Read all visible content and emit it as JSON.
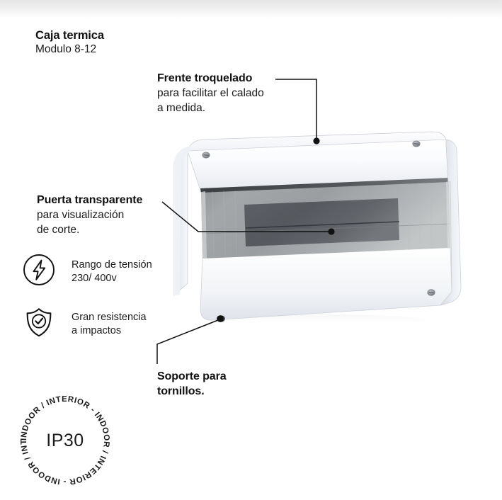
{
  "product": {
    "title": "Caja termica",
    "subtitle": "Modulo 8-12",
    "body_color": "#ffffff",
    "door_color": "#9a9d9f",
    "inner_panel_color": "#5a5e63",
    "line_color": "#111111"
  },
  "callouts": [
    {
      "id": "front",
      "heading": "Frente troquelado",
      "lines": [
        "para  facilitar el calado",
        "a medida."
      ]
    },
    {
      "id": "door",
      "heading": "Puerta transparente",
      "lines": [
        "para visualización",
        "de corte."
      ]
    },
    {
      "id": "screws",
      "heading": "Soporte para",
      "lines": [
        "tornillos."
      ]
    }
  ],
  "features": [
    {
      "icon": "lightning-bolt-icon",
      "text": "Rango de tensión\n230/ 400v"
    },
    {
      "icon": "shield-check-icon",
      "text": "Gran resistencia\na impactos"
    }
  ],
  "ip_badge": {
    "rating": "IP30",
    "ring_text": "INDOOR / INTERIOR - INDOOR / INTERIOR - INDOOR / INTERIOR - "
  }
}
